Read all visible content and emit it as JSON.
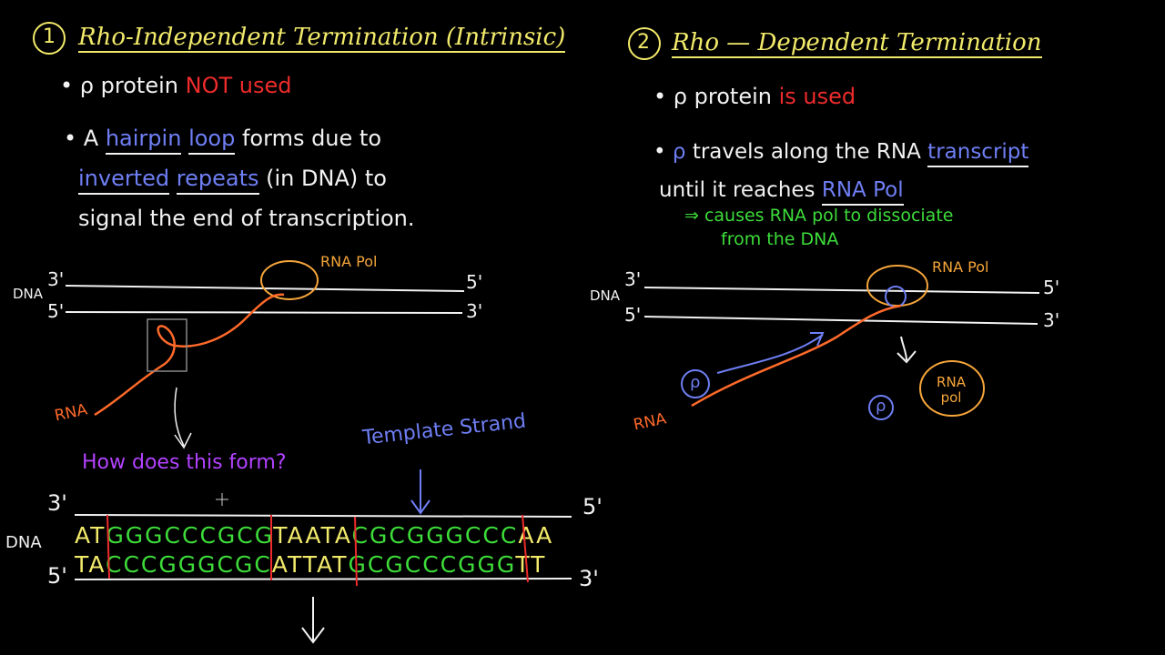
{
  "left": {
    "number": "1",
    "title": "Rho-Independent Termination (Intrinsic)",
    "bullet1": {
      "prefix": "• ρ protein",
      "highlight": "NOT used"
    },
    "bullet2": {
      "a": "• A",
      "hairpin": "hairpin",
      "loop": "loop",
      "rest1": "forms due to",
      "inverted": "inverted",
      "repeats": "repeats",
      "rest2": "(in DNA) to",
      "line3": "signal the end of transcription."
    },
    "diagram": {
      "dna_label": "DNA",
      "end_3_top": "3'",
      "end_5_top": "5'",
      "end_5_bottom": "5'",
      "end_3_bottom": "3'",
      "rna_pol": "RNA Pol",
      "rna": "RNA"
    },
    "question": "How does this form?",
    "template_strand": "Template Strand",
    "seq_diagram": {
      "dna_label": "DNA",
      "end_3_top": "3'",
      "end_5_top": "5'",
      "end_5_bottom": "5'",
      "end_3_bottom": "3'",
      "top": [
        {
          "text": "AT",
          "color": "#f2ea6a"
        },
        {
          "text": "GGGCCCGCG",
          "color": "#3ddc3a"
        },
        {
          "text": "TAATA",
          "color": "#f2ea6a"
        },
        {
          "text": "CGCGGGCCC",
          "color": "#3ddc3a"
        },
        {
          "text": "AA",
          "color": "#f2ea6a"
        }
      ],
      "bottom": [
        {
          "text": "TA",
          "color": "#f2ea6a"
        },
        {
          "text": "CCCGGGCGC",
          "color": "#3ddc3a"
        },
        {
          "text": "ATTAT",
          "color": "#f2ea6a"
        },
        {
          "text": "GCGCCCGGG",
          "color": "#3ddc3a"
        },
        {
          "text": "TT",
          "color": "#f2ea6a"
        }
      ]
    }
  },
  "right": {
    "number": "2",
    "title": "Rho — Dependent Termination",
    "bullet1": {
      "prefix": "• ρ protein",
      "highlight": "is used"
    },
    "bullet2": {
      "rho": "ρ",
      "rest1": "travels along the RNA",
      "transcript": "transcript",
      "line2": "until it reaches",
      "rna_pol": "RNA Pol",
      "arrow_note1": "⇒ causes RNA pol to dissociate",
      "arrow_note2": "from the DNA"
    },
    "diagram": {
      "dna_label": "DNA",
      "end_3_top": "3'",
      "end_5_top": "5'",
      "end_5_bottom": "5'",
      "end_3_bottom": "3'",
      "rna_pol": "RNA Pol",
      "rna": "RNA",
      "rho": "ρ",
      "rna_pol_free": "RNA pol"
    }
  }
}
